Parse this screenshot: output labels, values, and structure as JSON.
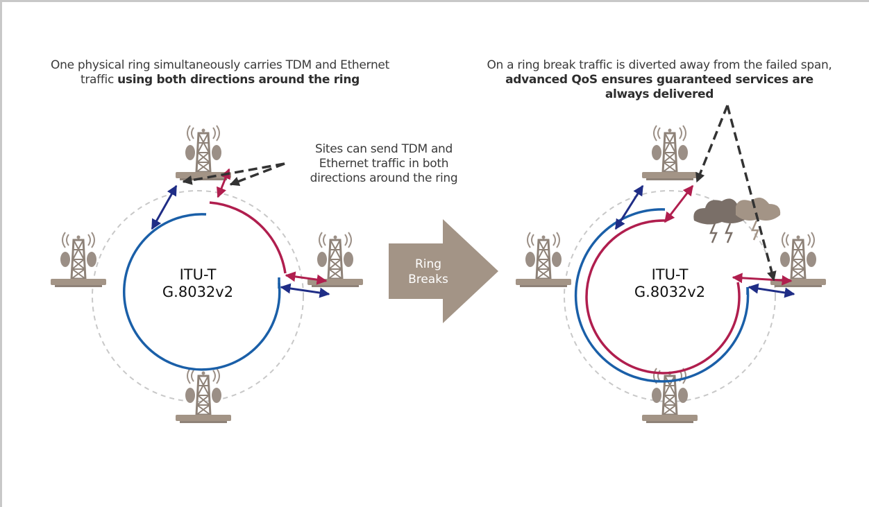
{
  "captions": {
    "left_line1": "One physical ring simultaneously carries TDM and Ethernet",
    "left_line2_plain": "traffic",
    "left_line2_bold": "using both directions around the ring",
    "right_line1": "On a ring break traffic is diverted away from the failed span,",
    "right_line2_bold": "advanced QoS ensures guaranteed services are",
    "right_line3_bold": "always delivered",
    "sites_line1": "Sites can send TDM and",
    "sites_line2": "Ethernet traffic in both",
    "sites_line3": "directions around the ring"
  },
  "rings": {
    "left": {
      "line1": "ITU-T",
      "line2": "G.8032v2"
    },
    "right": {
      "line1": "ITU-T",
      "line2": "G.8032v2"
    }
  },
  "transition_arrow": {
    "line1": "Ring",
    "line2": "Breaks"
  },
  "colors": {
    "blue_path": "#1a5fa8",
    "red_path": "#b01e4e",
    "navy_arrow": "#1f2d86",
    "tower": "#9b8f86",
    "big_arrow": "#a39486",
    "cloud": "#7a6f68",
    "dashed_ring": "#c8c8c8"
  }
}
